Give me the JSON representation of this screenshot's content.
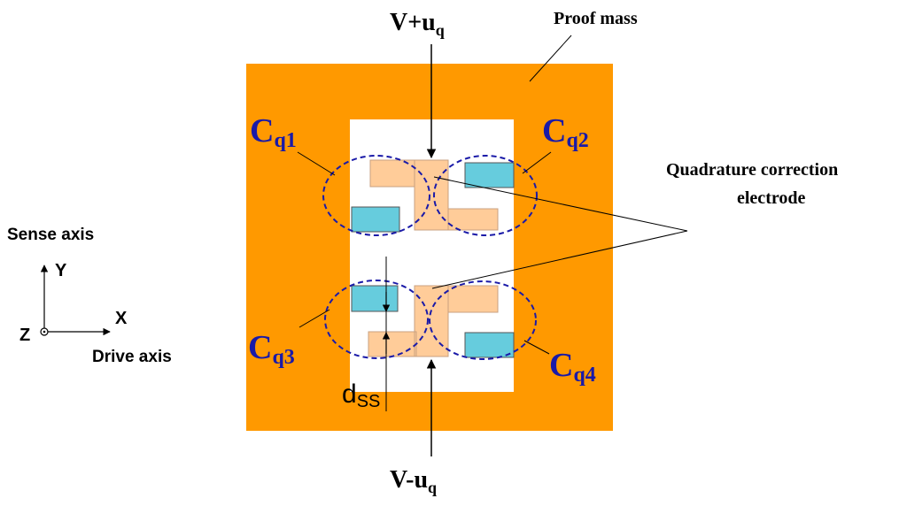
{
  "labels": {
    "v_plus": "V+u",
    "v_plus_sub": "q",
    "v_minus": "V-u",
    "v_minus_sub": "q",
    "proof_mass": "Proof mass",
    "quad_line1": "Quadrature correction",
    "quad_line2": "electrode",
    "sense_axis": "Sense  axis",
    "drive_axis": "Drive  axis",
    "axis_y": "Y",
    "axis_x": "X",
    "axis_z": "Z",
    "cq1": "C",
    "cq1_sub": "q1",
    "cq2": "C",
    "cq2_sub": "q2",
    "cq3": "C",
    "cq3_sub": "q3",
    "cq4": "C",
    "cq4_sub": "q4",
    "dss": "d",
    "dss_sub": "SS"
  },
  "colors": {
    "proof_mass": "#FF9900",
    "electrode": "#FFCC99",
    "electrode_stroke": "#C8A080",
    "stator": "#66CCDD",
    "dashed_circle": "#1a1aa8",
    "capacitor_label": "#1a1aa8"
  }
}
